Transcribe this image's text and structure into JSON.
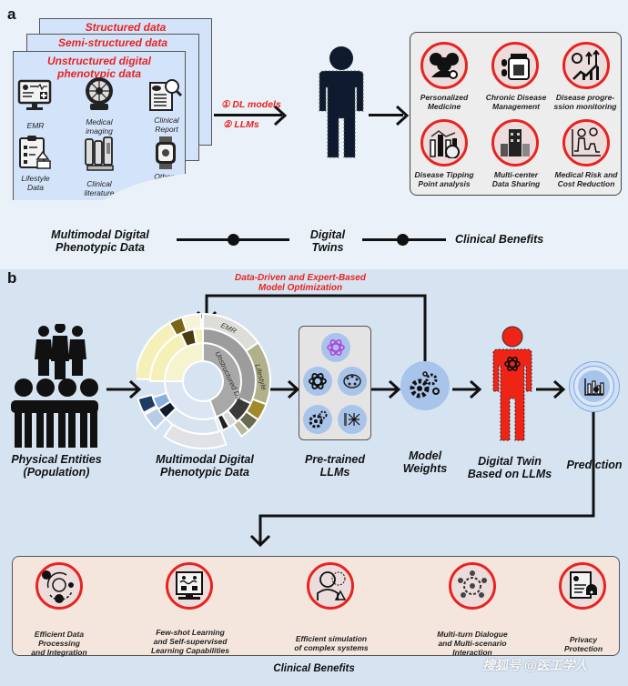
{
  "panel_a": {
    "label": "a",
    "sheets": {
      "back": "Structured data",
      "middle": "Semi-structured data",
      "front_line1": "Unstructured digital",
      "front_line2": "phenotypic data"
    },
    "data_icons": [
      {
        "label": "EMR",
        "icon": "monitor-health-icon"
      },
      {
        "label": "Medical imaging",
        "icon": "mri-scanner-icon"
      },
      {
        "label": "Clinical Report",
        "icon": "report-search-icon"
      },
      {
        "label": "Lifestyle Data",
        "icon": "clipboard-plant-icon"
      },
      {
        "label": "Clinical literature",
        "icon": "books-icon"
      },
      {
        "label": "Others",
        "icon": "smartwatch-icon"
      }
    ],
    "method_labels": [
      "① DL models",
      "② LLMs"
    ],
    "benefits": [
      {
        "label": "Personalized Medicine",
        "icon": "people-gear-icon"
      },
      {
        "label": "Chronic Disease Management",
        "icon": "medicine-jar-icon"
      },
      {
        "label": "Disease progre-ssion monitoring",
        "icon": "trend-up-icon"
      },
      {
        "label": "Disease Tipping Point analysis",
        "icon": "bar-gauge-icon"
      },
      {
        "label": "Multi-center Data Sharing",
        "icon": "buildings-icon"
      },
      {
        "label": "Medical Risk and Cost Reduction",
        "icon": "risk-chart-icon"
      }
    ],
    "bottom_flow": {
      "left_line1": "Multimodal Digital",
      "left_line2": "Phenotypic Data",
      "middle_line1": "Digital",
      "middle_line2": "Twins",
      "right": "Clinical Benefits"
    }
  },
  "panel_b": {
    "label": "b",
    "feedback_line1": "Data-Driven and Expert-Based",
    "feedback_line2": "Model Optimization",
    "sunburst_labels": {
      "inner": "Unstructured Data",
      "outer1": "EMR",
      "outer2": "Lifestyle"
    },
    "stages": [
      {
        "line1": "Physical Entities",
        "line2": "(Population)"
      },
      {
        "line1": "Multimodal Digital",
        "line2": "Phenotypic Data"
      },
      {
        "line1": "Pre-trained",
        "line2": "LLMs"
      },
      {
        "line1": "Model",
        "line2": "Weights"
      },
      {
        "line1": "Digital Twin",
        "line2": "Based on LLMs"
      },
      {
        "line1": "Prediction",
        "line2": ""
      }
    ],
    "benefits": [
      {
        "lines": [
          "Efficient Data",
          "Processing",
          "and Integration"
        ],
        "icon": "data-orbit-icon"
      },
      {
        "lines": [
          "Few-shot Learning",
          "and Self-supervised",
          "Learning Capabilities"
        ],
        "icon": "monitor-learning-icon"
      },
      {
        "lines": [
          "Efficient simulation",
          "of complex systems"
        ],
        "icon": "doctor-warning-icon"
      },
      {
        "lines": [
          "Multi-turn Dialogue",
          "and Multi-scenario",
          "Interaction"
        ],
        "icon": "network-people-icon"
      },
      {
        "lines": [
          "Privacy",
          "Protection"
        ],
        "icon": "document-lock-icon"
      }
    ],
    "benefits_title": "Clinical Benefits",
    "watermark": "搜狐号 @医工学人"
  },
  "colors": {
    "accent_red": "#E8231F",
    "panel_a_bg": "#EAF1F8",
    "panel_b_bg": "#D6E4F2"
  }
}
